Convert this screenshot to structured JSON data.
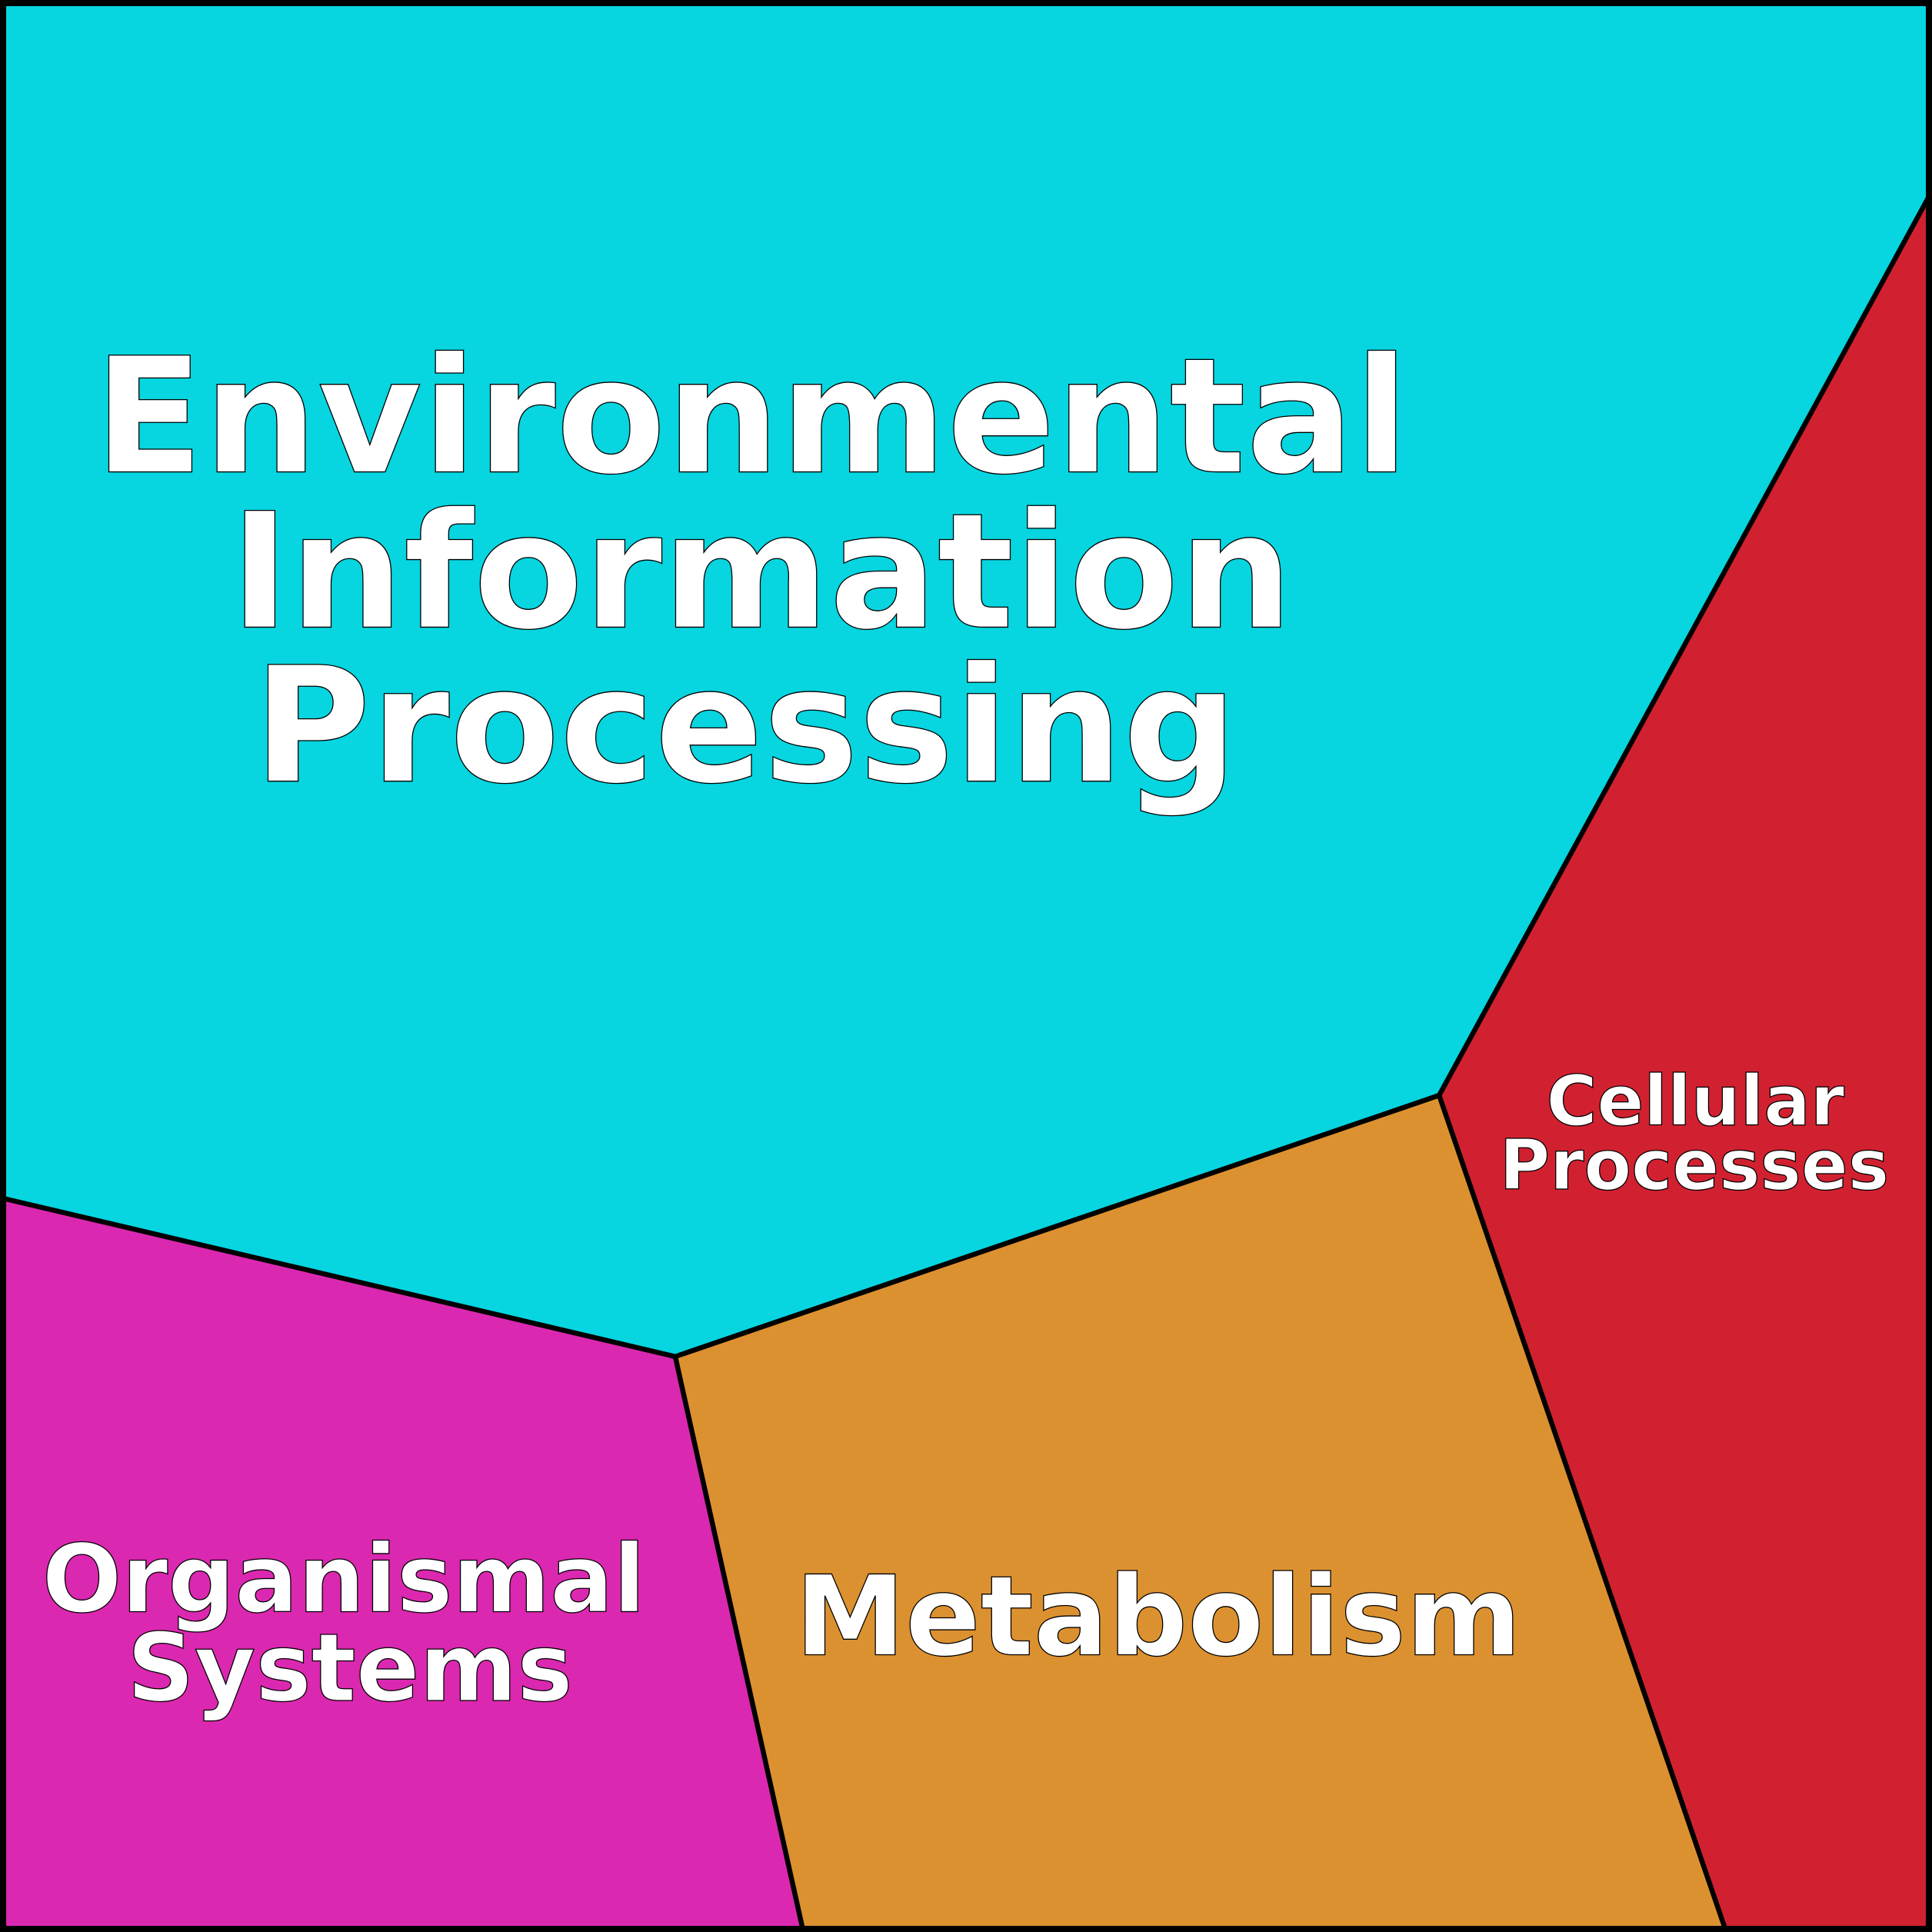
{
  "title": "Voronoi treemap of pathway categories",
  "regions": [
    {
      "id": "environmental",
      "lines": [
        "Environmental",
        "Information",
        "Processing"
      ],
      "color": "#07D5E0"
    },
    {
      "id": "cellular",
      "lines": [
        "Cellular",
        "Processes"
      ],
      "color": "#D12130"
    },
    {
      "id": "metabolism",
      "lines": [
        "Metabolism"
      ],
      "color": "#DC9130"
    },
    {
      "id": "organismal",
      "lines": [
        "Organismal",
        "Systems"
      ],
      "color": "#DB28B0"
    }
  ]
}
